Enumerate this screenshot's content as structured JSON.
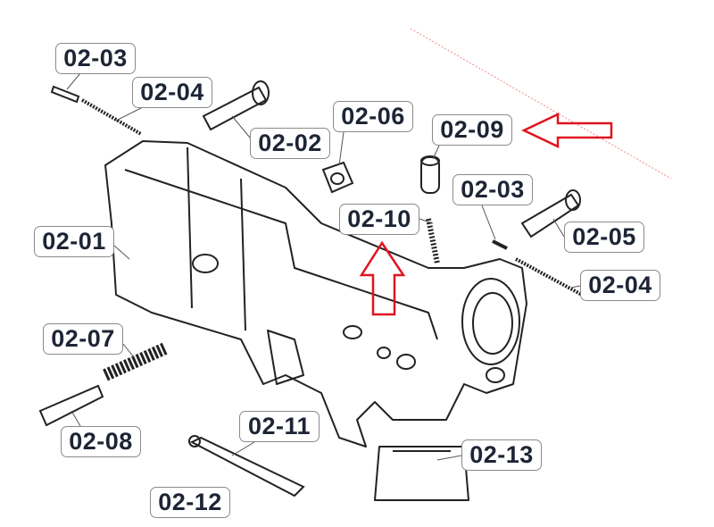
{
  "labels": {
    "l0203a": "02-03",
    "l0204a": "02-04",
    "l0202": "02-02",
    "l0206": "02-06",
    "l0209": "02-09",
    "l0203b": "02-03",
    "l0210": "02-10",
    "l0205": "02-05",
    "l0204b": "02-04",
    "l0201": "02-01",
    "l0207": "02-07",
    "l0208": "02-08",
    "l0211": "02-11",
    "l0212": "02-12",
    "l0213": "02-13"
  },
  "colors": {
    "arrow": "#e0141e",
    "line": "#222222",
    "label_text": "#1d2535"
  }
}
